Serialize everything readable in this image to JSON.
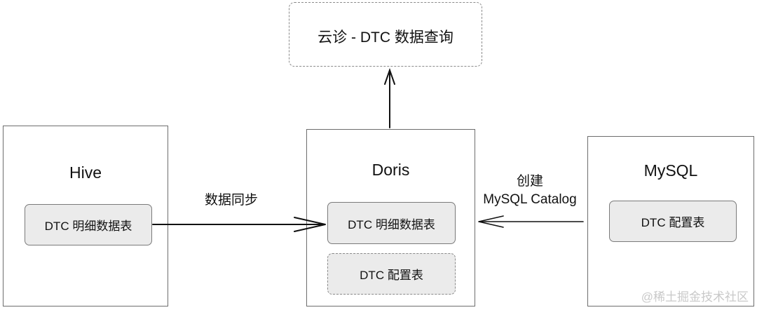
{
  "top_box": {
    "label": "云诊 - DTC 数据查询"
  },
  "hive": {
    "title": "Hive",
    "table": "DTC 明细数据表"
  },
  "doris": {
    "title": "Doris",
    "table_detail": "DTC 明细数据表",
    "table_config": "DTC 配置表"
  },
  "mysql": {
    "title": "MySQL",
    "table": "DTC 配置表"
  },
  "edges": {
    "hive_to_doris": "数据同步",
    "mysql_to_doris_line1": "创建",
    "mysql_to_doris_line2": "MySQL Catalog"
  },
  "watermark": "@稀土掘金技术社区"
}
